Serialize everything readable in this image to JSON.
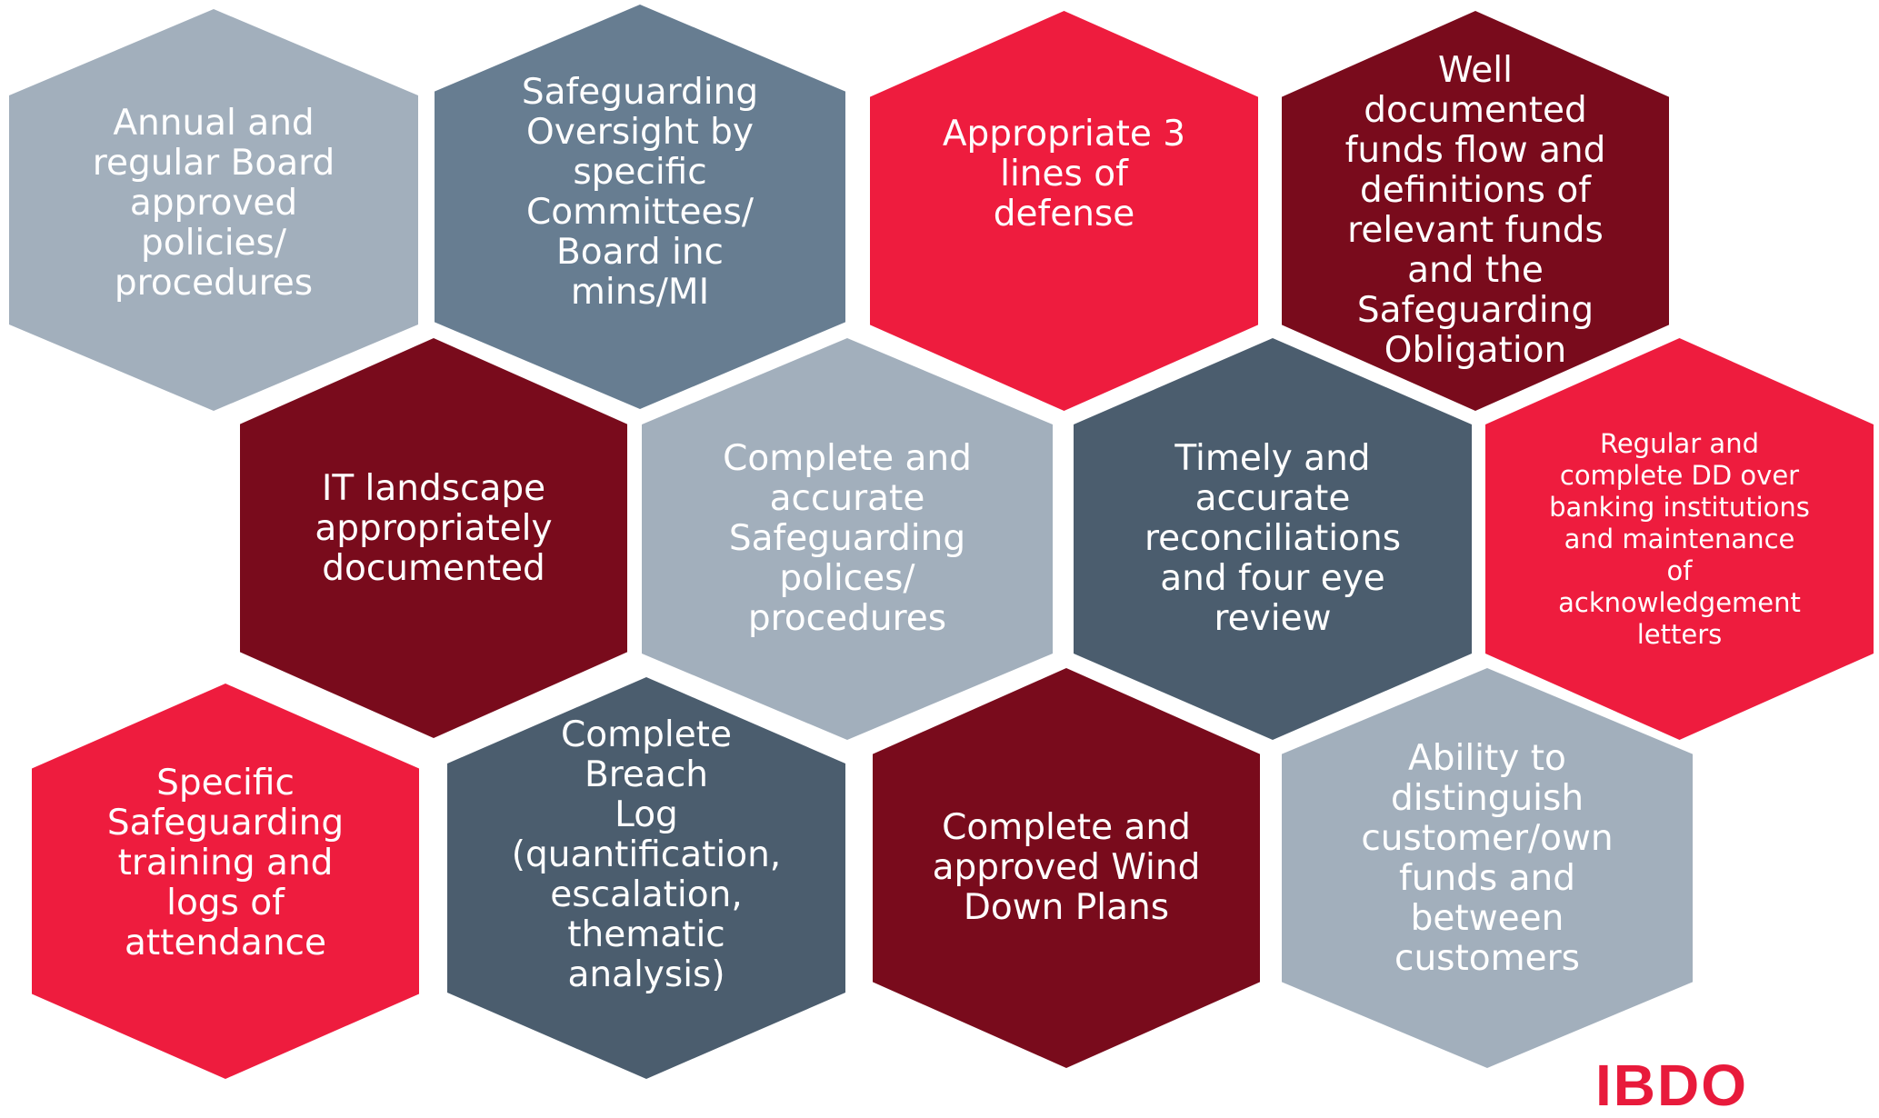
{
  "hexagons": [
    {
      "text": "Annual and\nregular Board\napproved\npolicies/\nprocedures",
      "color": "#a2afbc"
    },
    {
      "text": "Safeguarding\nOversight by\nspecific\nCommittees/\nBoard inc mins/MI",
      "color": "#677d91"
    },
    {
      "text": "Appropriate 3\nlines of\ndefense",
      "color": "#ee1c3e"
    },
    {
      "text": "Well\ndocumented\nfunds flow and\ndefinitions of\nrelevant funds\nand the\nSafeguarding\nObligation",
      "color": "#790b1c"
    },
    {
      "text": "IT landscape\nappropriately\ndocumented",
      "color": "#790b1c"
    },
    {
      "text": "Complete and\naccurate\nSafeguarding\npolices/\nprocedures",
      "color": "#a2afbc"
    },
    {
      "text": "Timely and\naccurate\nreconciliations\nand four eye\nreview",
      "color": "#4b5d6e"
    },
    {
      "text": "Regular and\ncomplete DD over\nbanking institutions\nand maintenance\nof\nacknowledgement\nletters",
      "color": "#ee1c3e"
    },
    {
      "text": "Specific\nSafeguarding\ntraining and\nlogs of\nattendance",
      "color": "#ee1c3e"
    },
    {
      "text": "Complete Breach\nLog\n(quantification,\nescalation,\nthematic\nanalysis)",
      "color": "#4b5d6e"
    },
    {
      "text": "Complete and\napproved Wind\nDown Plans",
      "color": "#790b1c"
    },
    {
      "text": "Ability to\ndistinguish\ncustomer/own\nfunds and\nbetween\ncustomers",
      "color": "#a2afbc"
    }
  ],
  "logo": {
    "text": "IBDO",
    "color": "#e81a3b"
  }
}
